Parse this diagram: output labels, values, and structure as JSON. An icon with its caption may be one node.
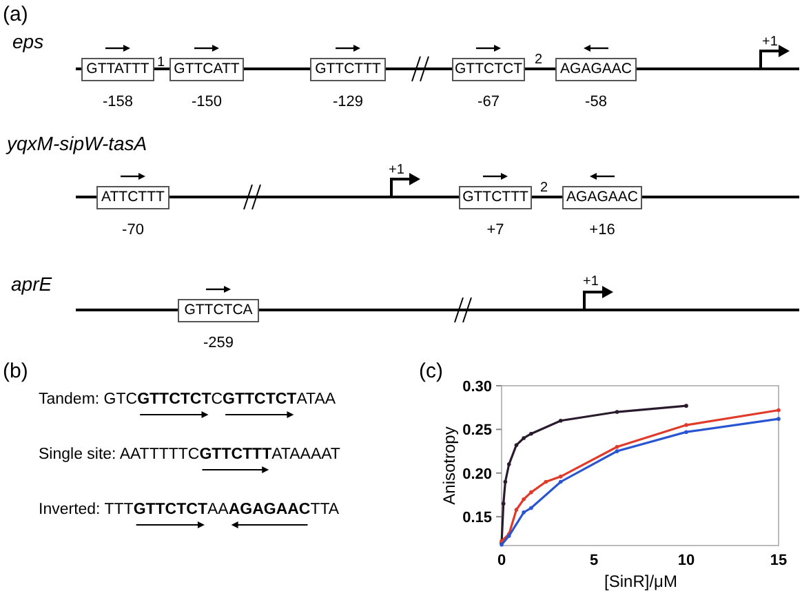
{
  "diagram": {
    "nodes": [
      {
        "text": [
          "GTTATTT"
        ],
        "beside": [
          "-158"
        ]
      },
      {
        "text": [
          "GTTCATT"
        ],
        "beside": [
          "-150"
        ]
      },
      {
        "text": [
          "GTTCTTT"
        ],
        "beside": [
          "-129"
        ]
      },
      {
        "text": [
          "GTTCTCT"
        ],
        "beside": [
          "-67"
        ]
      },
      {
        "text": [
          "AGAGAAC"
        ],
        "beside": [
          "-58"
        ]
      },
      {
        "text": [
          "ATTCTTT"
        ],
        "beside": [
          "-70"
        ]
      },
      {
        "text": [
          "GTTCTTT"
        ],
        "beside": [
          "+7"
        ]
      },
      {
        "text": [
          "AGAGAAC"
        ],
        "beside": [
          "+16"
        ]
      },
      {
        "text": [
          "GTTCTCA"
        ],
        "beside": [
          "-259"
        ]
      }
    ],
    "labels": [
      "(a)",
      "eps",
      "1",
      "2",
      "+1",
      "yqxM-sipW-tasA",
      "+1",
      "2",
      "aprE",
      "+1",
      "(b)",
      "Tandem: GTC**GTTCTCT**C**GTTCTCT**ATAA",
      "Single site: AATTTTTC**GTTCTTT**ATAAAAT",
      "Inverted: TTT**GTTCTCT**AA**AGAGAAC**TTA",
      "(c)"
    ],
    "chart_data": {
      "type": "line",
      "xlabel": "[SinR]/μM",
      "ylabel": "Anisotropy",
      "x": [
        0,
        0.1,
        0.2,
        0.4,
        0.8,
        1.2,
        1.6,
        2.4,
        3.2,
        6.25,
        10,
        15
      ],
      "series": [
        {
          "color": "#2a1a2e",
          "values": [
            0.12,
            0.165,
            0.19,
            0.21,
            0.232,
            0.24,
            0.245,
            null,
            0.26,
            0.27,
            0.277,
            null
          ]
        },
        {
          "color": "#e03a2a",
          "values": [
            0.122,
            null,
            null,
            0.13,
            0.158,
            0.17,
            0.178,
            0.19,
            0.196,
            0.23,
            0.255,
            0.272
          ]
        },
        {
          "color": "#2a55d0",
          "values": [
            0.118,
            null,
            null,
            0.128,
            null,
            0.155,
            0.16,
            null,
            0.19,
            0.225,
            0.247,
            0.262
          ]
        }
      ],
      "xlim": [
        0,
        15
      ],
      "ylim": [
        0.117,
        0.3
      ],
      "xticks": [
        0,
        5,
        10,
        15
      ],
      "yticks": [
        {
          "value": 0.15,
          "label": "0.15"
        },
        {
          "value": 0.2,
          "label": "0.20"
        },
        {
          "value": 0.25,
          "label": "0.25"
        },
        {
          "value": 0.3,
          "label": "0.30"
        }
      ]
    }
  }
}
